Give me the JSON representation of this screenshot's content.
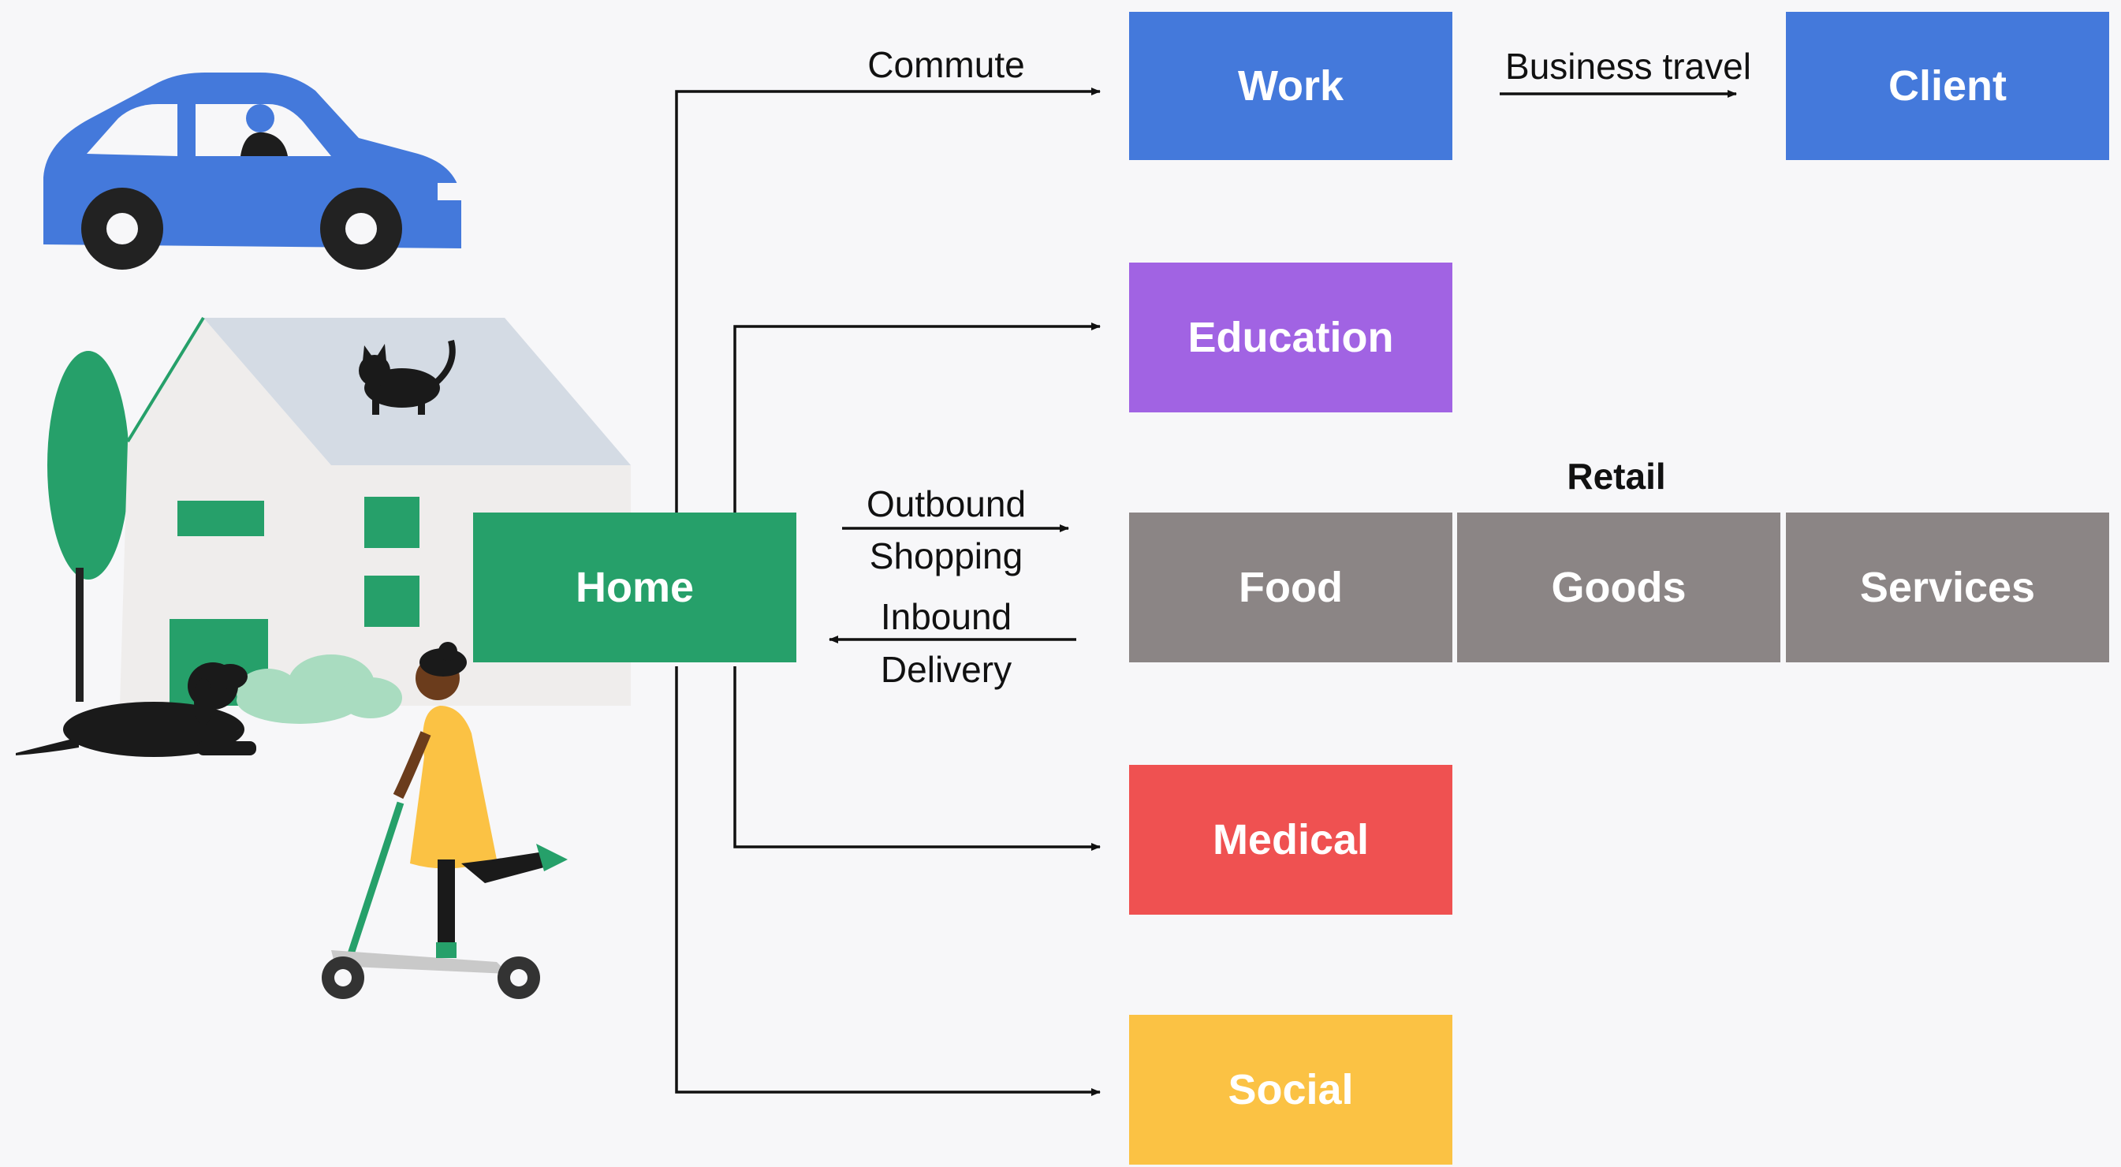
{
  "nodes": {
    "home": "Home",
    "work": "Work",
    "client": "Client",
    "education": "Education",
    "food": "Food",
    "goods": "Goods",
    "services": "Services",
    "medical": "Medical",
    "social": "Social"
  },
  "edge_labels": {
    "commute": "Commute",
    "business_travel": "Business travel",
    "outbound": "Outbound",
    "shopping": "Shopping",
    "inbound": "Inbound",
    "delivery": "Delivery"
  },
  "group_labels": {
    "retail": "Retail"
  },
  "icons": [
    "car-icon",
    "house-icon",
    "tree-icon",
    "cat-icon",
    "dog-icon",
    "bush-icon",
    "scooter-rider-icon"
  ],
  "colors": {
    "home": "#26a06a",
    "work": "#4479db",
    "client": "#4479db",
    "education": "#a163e3",
    "retail": "#8b8585",
    "medical": "#ef5151",
    "social": "#fbc244",
    "background": "#f7f7f9"
  }
}
